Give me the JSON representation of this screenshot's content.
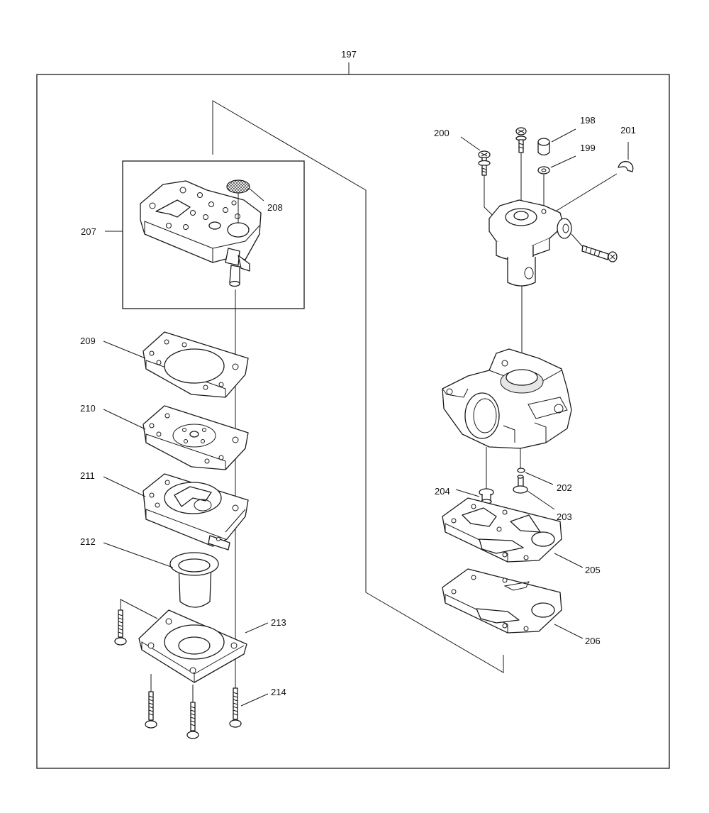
{
  "labels": {
    "p197": "197",
    "p198": "198",
    "p199": "199",
    "p200": "200",
    "p201": "201",
    "p202": "202",
    "p203": "203",
    "p204": "204",
    "p205": "205",
    "p206": "206",
    "p207": "207",
    "p208": "208",
    "p209": "209",
    "p210": "210",
    "p211": "211",
    "p212": "212",
    "p213": "213",
    "p214": "214"
  }
}
